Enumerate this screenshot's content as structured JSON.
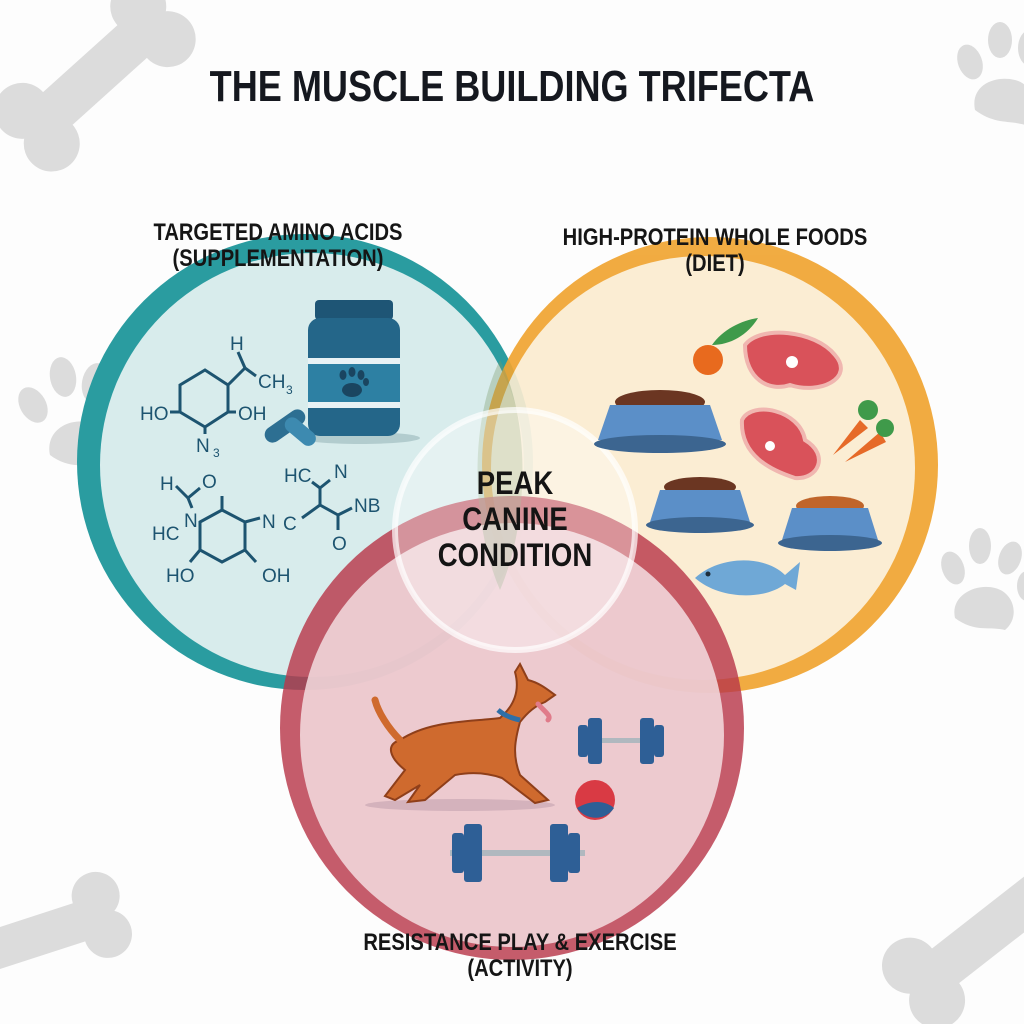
{
  "title": "THE MUSCLE BUILDING TRIFECTA",
  "circles": {
    "supplementation": {
      "line1": "TARGETED AMINO ACIDS",
      "line2": "(SUPPLEMENTATION)",
      "color": "#2a9ca0",
      "fill": "#d8ecec"
    },
    "diet": {
      "line1": "HIGH-PROTEIN WHOLE FOODS",
      "line2": "(DIET)",
      "color": "#f0a532",
      "fill": "#fbecd0"
    },
    "activity": {
      "line1": "RESISTANCE PLAY & EXERCISE",
      "line2": "(ACTIVITY)",
      "color": "#b8384a",
      "fill": "#f3dde0"
    }
  },
  "center": {
    "line1": "PEAK",
    "line2": "CANINE",
    "line3": "CONDITION"
  },
  "chemistry": {
    "mol1": {
      "h": "H",
      "ch3": "CH",
      "ch3_sub": "3",
      "ho": "HO",
      "oh": "OH",
      "n3": "N",
      "n3_sub": "3"
    },
    "mol2": {
      "h": "H",
      "o": "O",
      "hc": "HC",
      "n": "N",
      "n2": "N",
      "c": "C",
      "ho": "HO",
      "oh": "OH"
    },
    "mol3": {
      "hc": "HC",
      "n": "N",
      "nb": "NB",
      "o": "O"
    }
  },
  "background_color": "#fdfdfd",
  "decor_color": "#dcdcdc"
}
